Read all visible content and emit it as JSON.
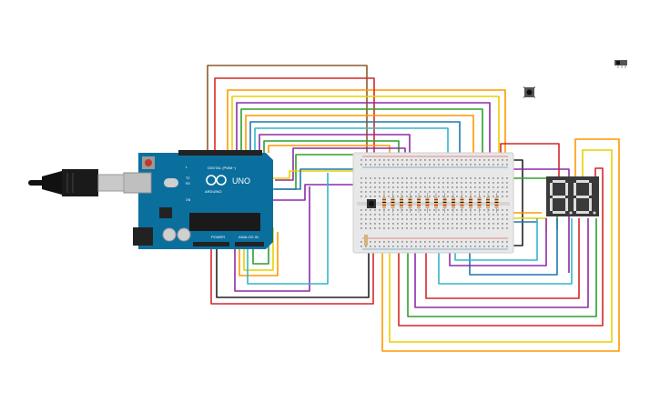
{
  "arduino": {
    "model": "UNO",
    "brand": "ARDUINO",
    "digital_header": "DIGITAL (PWM~)",
    "power_label": "POWER",
    "analog_label": "ANALOG IN",
    "tx_label": "TX",
    "rx_label": "RX",
    "on_label": "ON",
    "l_label": "L"
  },
  "seven_segment": {
    "count": 2,
    "digits": [
      "8",
      "8"
    ]
  },
  "wire_colors": {
    "red": "#d62728",
    "orange": "#ff9900",
    "yellow": "#e8d000",
    "green": "#2ca02c",
    "blue": "#1f77b4",
    "cyan": "#35b5c8",
    "purple": "#8e2ba8",
    "brown": "#8b5a2b",
    "black": "#222222"
  },
  "components": {
    "usb_cable": "usb-cable-icon",
    "slide_switch": "slide-switch-icon",
    "push_button": "push-button-icon",
    "resistor_count": 14
  }
}
